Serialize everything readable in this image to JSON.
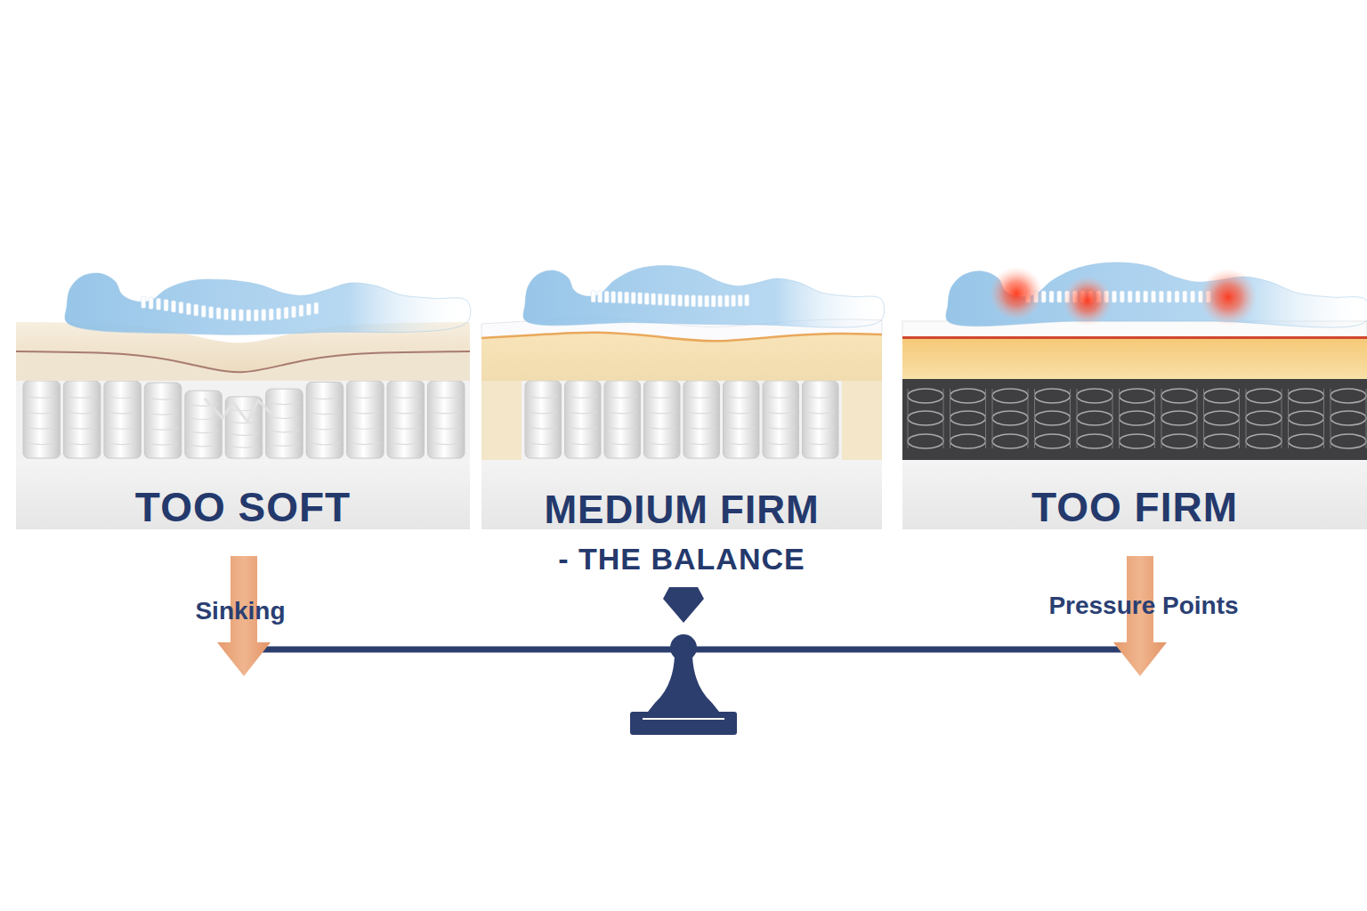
{
  "diagram": {
    "nodes": [
      {
        "text": [
          "TOO SOFT"
        ]
      },
      {
        "text": [
          "MEDIUM FIRM",
          "- THE BALANCE"
        ]
      },
      {
        "text": [
          "TOO FIRM"
        ]
      }
    ],
    "labels": [
      "Sinking",
      "Pressure Points"
    ]
  }
}
